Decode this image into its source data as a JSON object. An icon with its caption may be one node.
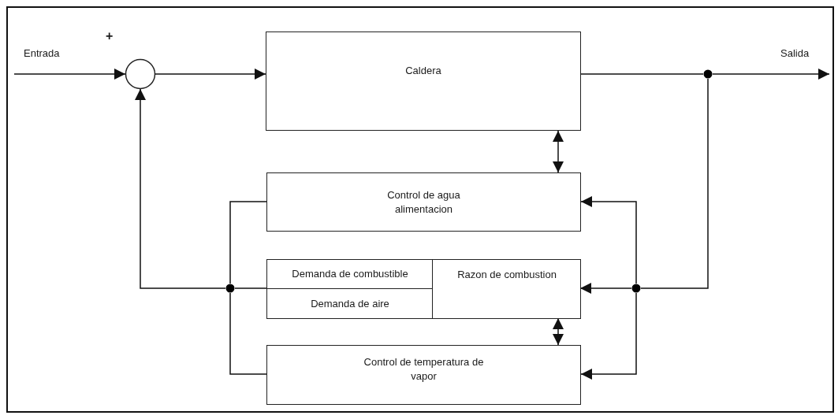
{
  "diagram": {
    "nodes": [
      {
        "text": [],
        "shape": "circle",
        "beside": [
          "+"
        ]
      },
      {
        "text": [
          "Caldera"
        ]
      },
      {
        "text": [
          "Control de agua alimentacion"
        ]
      },
      {
        "text": [],
        "shape": "box"
      },
      {
        "text": [
          "Demanda de combustible"
        ],
        "in": 3
      },
      {
        "text": [
          "Demanda de aire"
        ],
        "in": 3
      },
      {
        "text": [
          "Razon de combustion"
        ],
        "in": 3
      },
      {
        "text": [
          "Control de temperatura de vapor"
        ]
      },
      {
        "text": [],
        "shape": "circle"
      },
      {
        "text": [],
        "shape": "circle"
      },
      {
        "text": [],
        "shape": "circle"
      }
    ],
    "edges": [
      {
        "from": null,
        "to": 0,
        "arrow": "to"
      },
      {
        "from": 0,
        "to": 1,
        "arrow": "to"
      },
      {
        "from": 1,
        "to": 8,
        "arrow": "none"
      },
      {
        "from": 8,
        "to": null,
        "arrow": "to"
      },
      {
        "from": 8,
        "to": 9,
        "arrow": "none"
      },
      {
        "from": 9,
        "to": 2,
        "arrow": "to"
      },
      {
        "from": 9,
        "to": 6,
        "arrow": "to"
      },
      {
        "from": 9,
        "to": 7,
        "arrow": "to"
      },
      {
        "from": 1,
        "to": 2,
        "arrow": "both"
      },
      {
        "from": 6,
        "to": 7,
        "arrow": "both"
      },
      {
        "from": 2,
        "to": 10,
        "arrow": "none"
      },
      {
        "from": 3,
        "to": 10,
        "arrow": "none"
      },
      {
        "from": 7,
        "to": 10,
        "arrow": "none"
      },
      {
        "from": 10,
        "to": 0,
        "arrow": "to"
      }
    ],
    "labels": [
      "Entrada",
      "Salida"
    ]
  }
}
